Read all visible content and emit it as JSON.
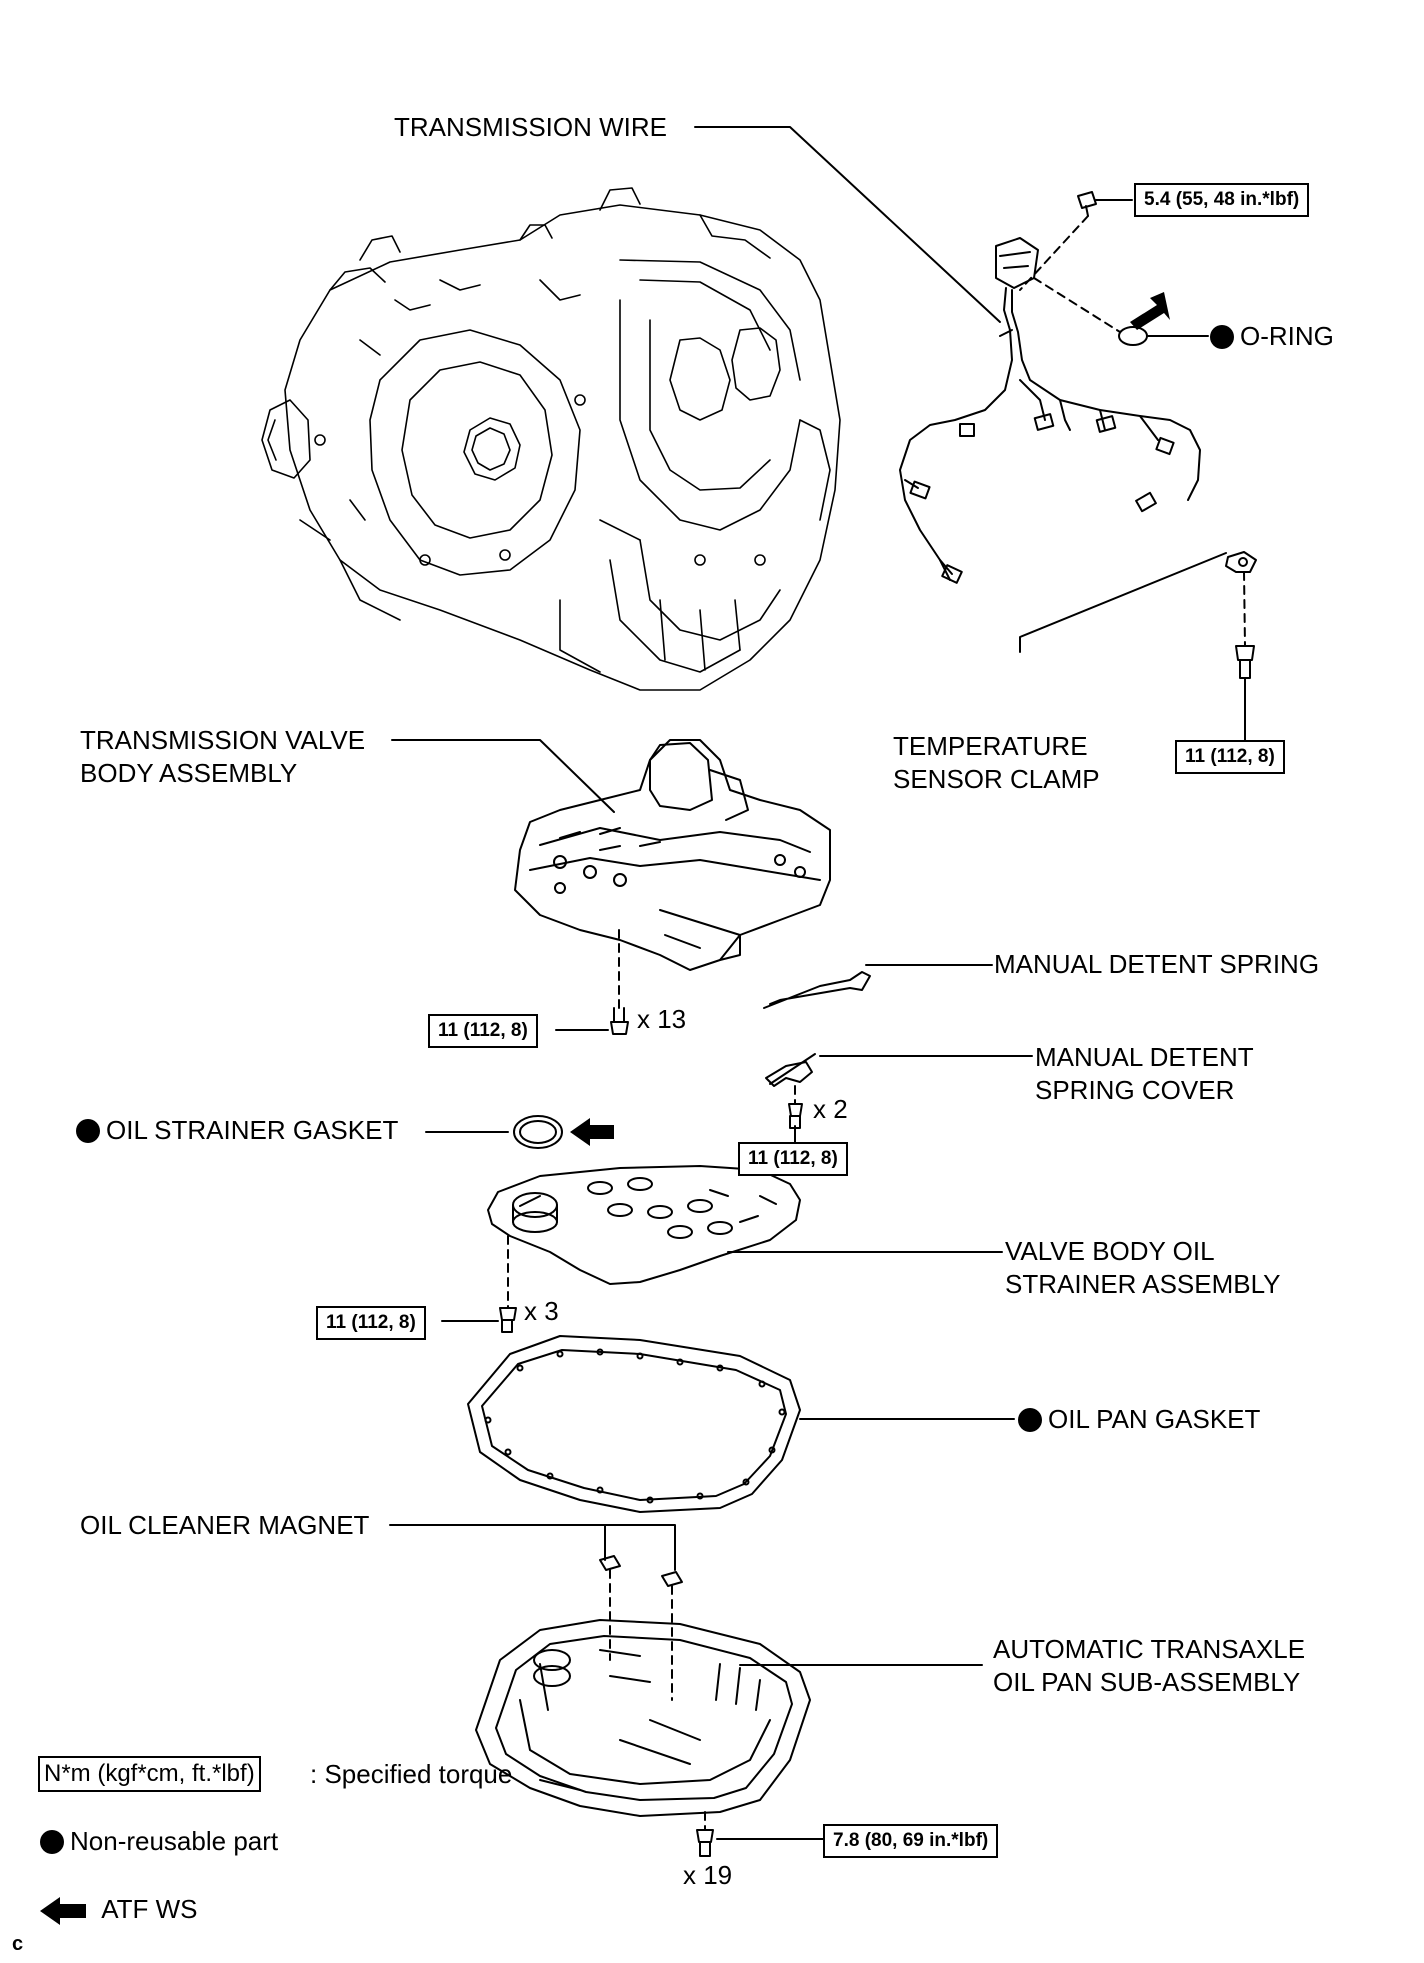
{
  "labels": {
    "transmission_wire": "TRANSMISSION WIRE",
    "o_ring": "O-RING",
    "temp_clamp_1": "TEMPERATURE",
    "temp_clamp_2": "SENSOR CLAMP",
    "valve_body_1": "TRANSMISSION VALVE",
    "valve_body_2": "BODY ASSEMBLY",
    "manual_detent_spring": "MANUAL DETENT SPRING",
    "detent_cover_1": "MANUAL DETENT",
    "detent_cover_2": "SPRING COVER",
    "oil_strainer_gasket": "OIL STRAINER GASKET",
    "strainer_1": "VALVE BODY OIL",
    "strainer_2": "STRAINER ASSEMBLY",
    "oil_pan_gasket": "OIL PAN GASKET",
    "oil_cleaner_magnet": "OIL CLEANER MAGNET",
    "oil_pan_1": "AUTOMATIC TRANSAXLE",
    "oil_pan_2": "OIL PAN SUB-ASSEMBLY"
  },
  "torques": {
    "wire_bolt": "5.4 (55, 48 in.*lbf)",
    "clamp_bolt": "11 (112, 8)",
    "valve_body_bolts": "11 (112, 8)",
    "cover_bolts": "11 (112, 8)",
    "strainer_bolts": "11 (112, 8)",
    "pan_bolts": "7.8 (80, 69 in.*lbf)"
  },
  "quantities": {
    "valve_body": "x 13",
    "cover": "x 2",
    "strainer": "x 3",
    "pan": "x 19"
  },
  "legend": {
    "torque_unit": "N*m (kgf*cm, ft.*lbf)",
    "torque_desc": ": Specified torque",
    "non_reusable": "Non-reusable part",
    "atf": "ATF WS"
  },
  "corner_mark": "c"
}
